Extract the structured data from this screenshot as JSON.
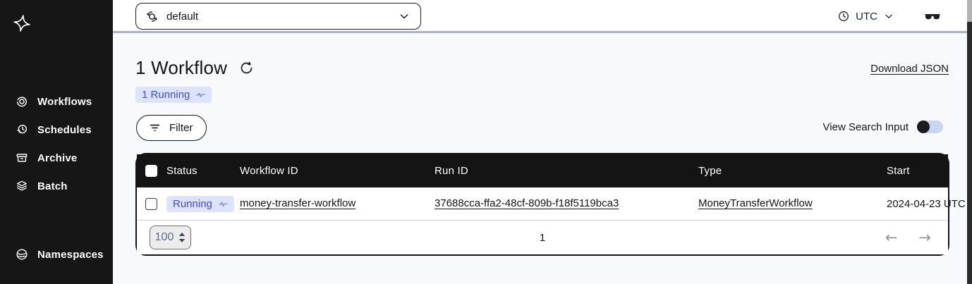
{
  "colors": {
    "sidebar_bg": "#161616",
    "table_header_bg": "#141414",
    "accent_blue": "#4150c9",
    "badge_bg": "#dbe3fd",
    "topbar_border": "#a9b2c9",
    "content_bg": "#f8f9fc"
  },
  "sidebar": {
    "items": [
      {
        "label": "Workflows",
        "icon": "workflows-icon"
      },
      {
        "label": "Schedules",
        "icon": "schedules-icon"
      },
      {
        "label": "Archive",
        "icon": "archive-icon"
      },
      {
        "label": "Batch",
        "icon": "batch-icon"
      }
    ],
    "bottom_items": [
      {
        "label": "Namespaces",
        "icon": "namespaces-icon"
      }
    ]
  },
  "topbar": {
    "namespace": "default",
    "timezone": "UTC"
  },
  "main": {
    "title": "1 Workflow",
    "summary_badge": "1 Running",
    "download_link": "Download JSON",
    "filter_label": "Filter",
    "view_search_input_label": "View Search Input",
    "toggle_state": "off"
  },
  "table": {
    "columns": [
      "Status",
      "Workflow ID",
      "Run ID",
      "Type",
      "Start"
    ],
    "rows": [
      {
        "status": "Running",
        "workflow_id": "money-transfer-workflow",
        "run_id": "37688cca-ffa2-48cf-809b-f18f5119bca3",
        "type": "MoneyTransferWorkflow",
        "start": "2024-04-23 UTC"
      }
    ],
    "pagination": {
      "page_size": "100",
      "current_page": "1",
      "prev_icon": "←",
      "next_icon": "→"
    }
  }
}
